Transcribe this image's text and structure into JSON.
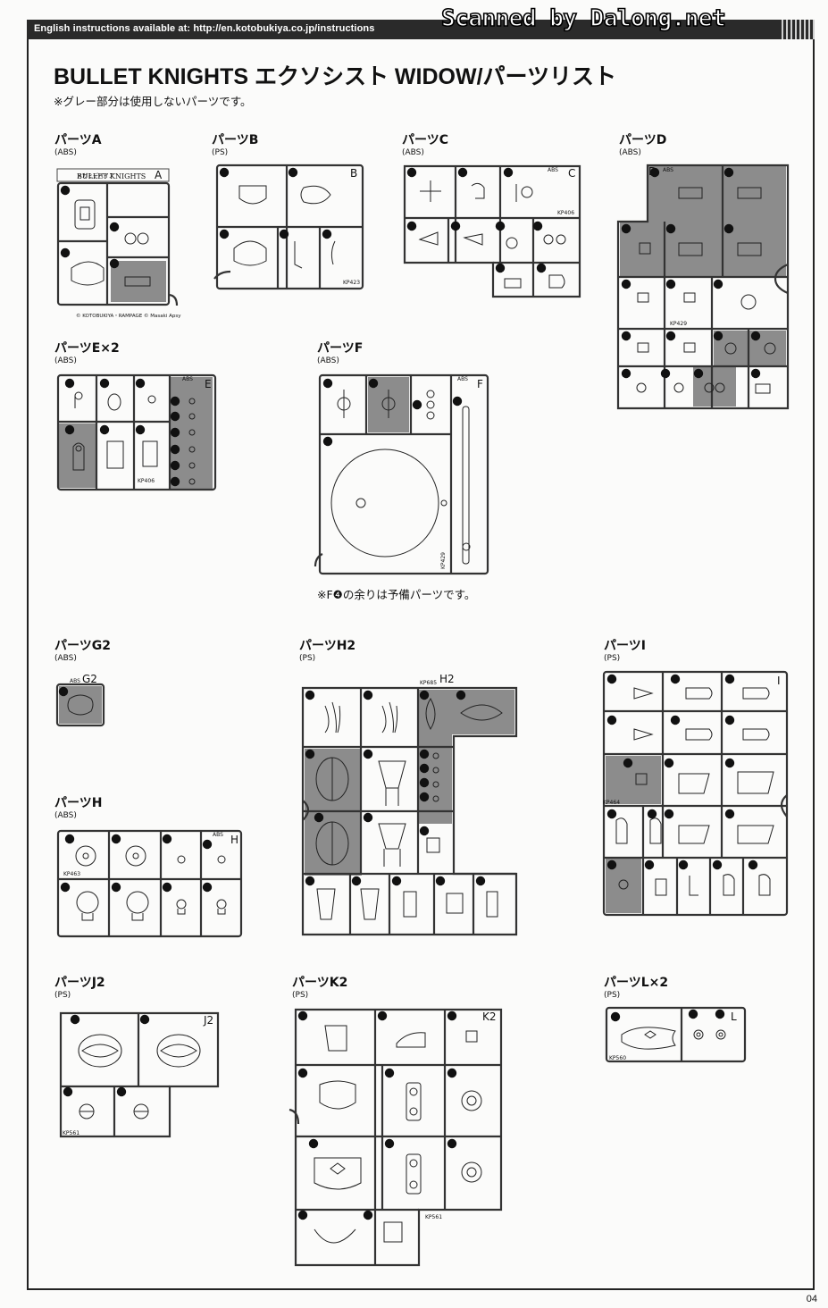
{
  "header": {
    "url_text": "English instructions available at: http://en.kotobukiya.co.jp/instructions",
    "scanned_text": "Scanned by Dalong.net"
  },
  "page": {
    "title": "BULLET KNIGHTS エクソシスト WIDOW/パーツリスト",
    "subtitle": "※グレー部分は使用しないパーツです。",
    "page_number": "04",
    "note_f": "※F❹の余りは予備パーツです。"
  },
  "parts": [
    {
      "name": "パーツA",
      "material": "(ABS)"
    },
    {
      "name": "パーツB",
      "material": "(PS)"
    },
    {
      "name": "パーツC",
      "material": "(ABS)"
    },
    {
      "name": "パーツD",
      "material": "(ABS)"
    },
    {
      "name": "パーツE×2",
      "material": "(ABS)"
    },
    {
      "name": "パーツF",
      "material": "(ABS)"
    },
    {
      "name": "パーツG2",
      "material": "(ABS)"
    },
    {
      "name": "パーツH2",
      "material": "(PS)"
    },
    {
      "name": "パーツI",
      "material": "(PS)"
    },
    {
      "name": "パーツH",
      "material": "(ABS)"
    },
    {
      "name": "パーツJ2",
      "material": "(PS)"
    },
    {
      "name": "パーツK2",
      "material": "(PS)"
    },
    {
      "name": "パーツL×2",
      "material": "(PS)"
    }
  ],
  "sprue_text": {
    "a_brand": "BULLET KNIGHTS",
    "a_brand_jp": "メガミデバイス",
    "a_copyright": "© KOTOBUKIYA・RAMPAGE © Masaki Apsy",
    "abs": "ABS",
    "letters": {
      "A": "A",
      "B": "B",
      "C": "C",
      "D": "D",
      "E": "E",
      "F": "F",
      "G2": "G2",
      "H2": "H2",
      "I": "I",
      "H": "H",
      "J2": "J2",
      "K2": "K2",
      "L": "L"
    },
    "codes": {
      "B": "KP423",
      "C": "KP406",
      "D": "KP429",
      "E": "KP406",
      "F": "KP429",
      "H2": "KP685",
      "H": "KP463",
      "I": "KP464",
      "J2": "KP561",
      "K2": "KP561",
      "L": "KP560"
    }
  },
  "colors": {
    "unused_gray": "#8c8c8c",
    "runner": "#333333"
  }
}
